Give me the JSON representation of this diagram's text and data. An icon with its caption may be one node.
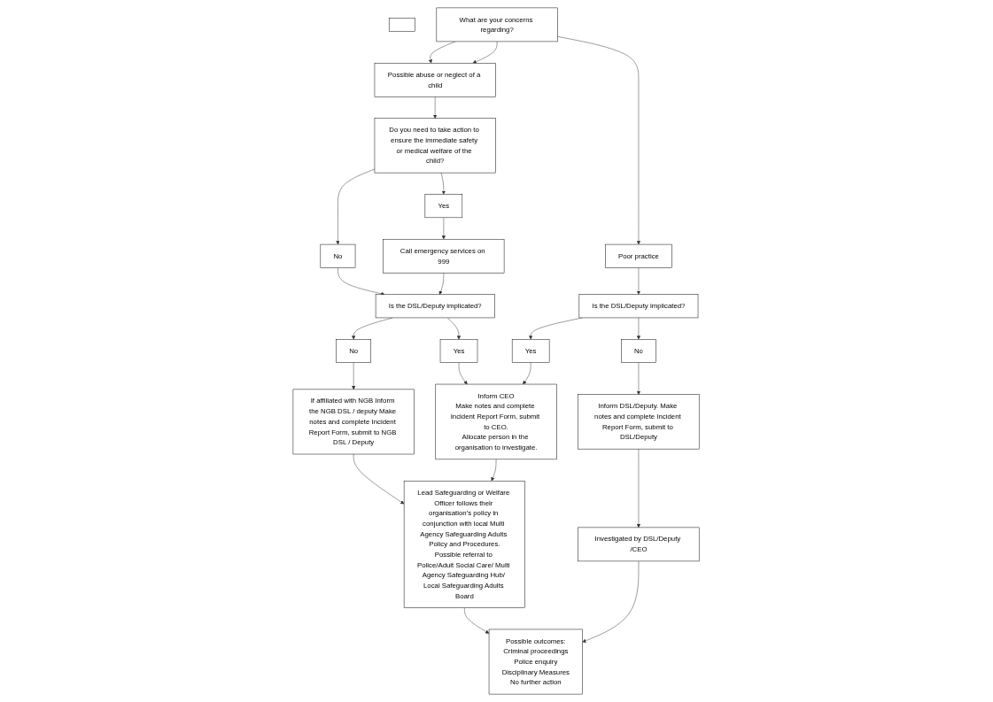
{
  "diagram": {
    "nodes": [
      {
        "text": [],
        "shape": "box"
      },
      {
        "text": [
          "What are your concerns regarding?"
        ]
      },
      {
        "text": [
          "Possible abuse or neglect of a child"
        ]
      },
      {
        "text": [
          "Poor practice"
        ]
      },
      {
        "text": [
          "Do you need to take action to ensure the immediate safety or medical welfare of the child?"
        ]
      },
      {
        "text": [
          "No"
        ]
      },
      {
        "text": [
          "Is the DSL/Deputy implicated?"
        ]
      },
      {
        "text": [
          "Yes"
        ]
      },
      {
        "text": [
          "Call emergency services on 999"
        ]
      },
      {
        "text": [
          "Is the DSL/Deputy implicated?"
        ]
      },
      {
        "text": [
          "Yes"
        ]
      },
      {
        "text": [
          "No"
        ]
      },
      {
        "text": [
          "No"
        ]
      },
      {
        "text": [
          "Yes"
        ]
      },
      {
        "text": [
          "Inform DSL/Deputy. Make notes and complete Incident Report Form, submit to DSL/Deputy"
        ]
      },
      {
        "text": [
          "Lead Safeguarding or Welfare Officer follows their organisation’s policy in conjunction with local Multi Agency Safeguarding Adults Policy and Procedures.",
          "Possible referral to Police/Adult Social Care/ Multi Agency Safeguarding Hub/ Local Safeguarding Adults Board"
        ]
      },
      {
        "text": [
          "If affiliated with NGB Inform the NGB DSL / deputy Make notes and complete Incident Report Form, submit to NGB DSL / Deputy"
        ]
      },
      {
        "text": [
          "Inform CEO",
          "Make notes and complete Incident Report Form, submit to CEO.",
          "Allocate person in the organisation to investigate."
        ]
      },
      {
        "text": [
          "Investigated by DSL/Deputy /CEO"
        ]
      },
      {
        "text": [
          "Possible outcomes:",
          "Criminal proceedings",
          "Police enquiry",
          "Disciplinary Measures",
          "No further action"
        ]
      }
    ],
    "edges": [
      {
        "from": 1,
        "to": 2,
        "arrow": "to"
      },
      {
        "from": 1,
        "to": 2,
        "arrow": "to"
      },
      {
        "from": 1,
        "to": 3,
        "arrow": "to"
      },
      {
        "from": 2,
        "to": 4,
        "arrow": "to"
      },
      {
        "from": 4,
        "to": 5,
        "arrow": "to"
      },
      {
        "from": 4,
        "to": 7,
        "arrow": "to"
      },
      {
        "from": 3,
        "to": 6,
        "arrow": "to"
      },
      {
        "from": 7,
        "to": 8,
        "arrow": "to"
      },
      {
        "from": 5,
        "to": 9,
        "arrow": "to"
      },
      {
        "from": 8,
        "to": 9,
        "arrow": "to"
      },
      {
        "from": 6,
        "to": 10,
        "arrow": "to"
      },
      {
        "from": 6,
        "to": 11,
        "arrow": "to"
      },
      {
        "from": 9,
        "to": 12,
        "arrow": "to"
      },
      {
        "from": 9,
        "to": 13,
        "arrow": "to"
      },
      {
        "from": 11,
        "to": 14,
        "arrow": "to"
      },
      {
        "from": 12,
        "to": 16,
        "arrow": "to"
      },
      {
        "from": 13,
        "to": 17,
        "arrow": "to"
      },
      {
        "from": 10,
        "to": 17,
        "arrow": "to"
      },
      {
        "from": 16,
        "to": 15,
        "arrow": "to"
      },
      {
        "from": 17,
        "to": 15,
        "arrow": "to"
      },
      {
        "from": 14,
        "to": 18,
        "arrow": "to"
      },
      {
        "from": 15,
        "to": 19,
        "arrow": "to"
      },
      {
        "from": 18,
        "to": 19,
        "arrow": "to"
      }
    ]
  }
}
